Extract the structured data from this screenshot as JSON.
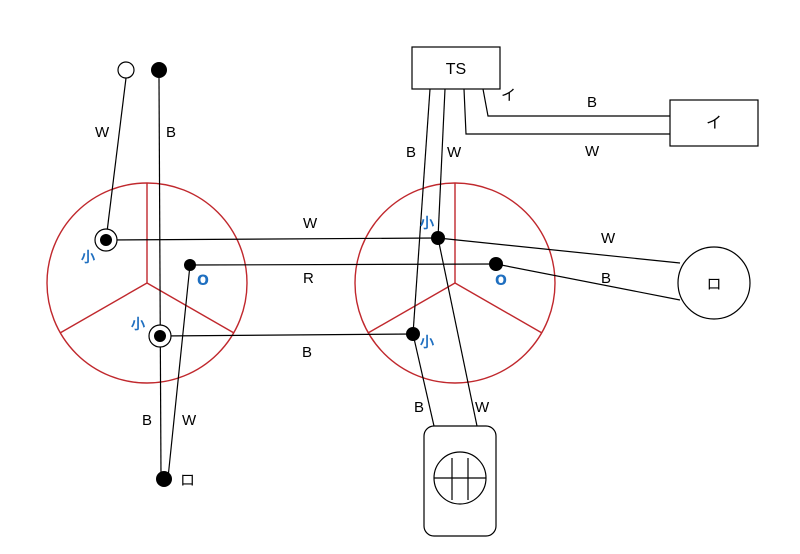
{
  "switch_box": {
    "label": "TS"
  },
  "right_box": {
    "label": "イ"
  },
  "right_box_tag": "イ",
  "lamp_label": "ロ",
  "bottom_left_label": "ロ",
  "wire_labels": {
    "top_w": "W",
    "top_b": "B",
    "mid_w": "W",
    "mid_r": "R",
    "mid_b": "B",
    "bot_b": "B",
    "bot_w": "W",
    "ts_b": "B",
    "ts_w": "W",
    "ib": "B",
    "iw": "W",
    "right_w": "W",
    "right_b": "B",
    "outlet_b": "B",
    "outlet_w": "W"
  },
  "terminal_marks": {
    "left_small_top": "小",
    "left_o": "O",
    "left_small_bot": "小",
    "right_small_top": "小",
    "right_o": "O",
    "right_small_bot": "小"
  }
}
